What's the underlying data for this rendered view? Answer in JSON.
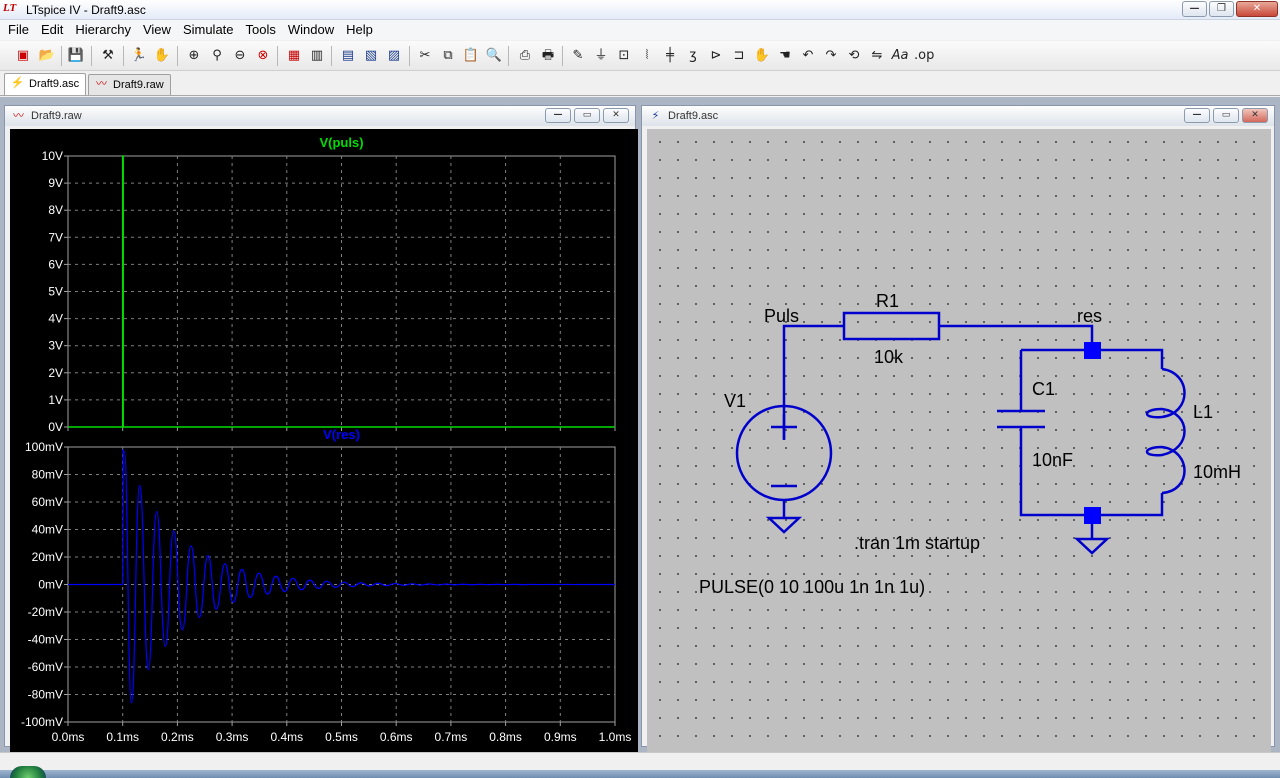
{
  "window": {
    "title": "LTspice IV - Draft9.asc"
  },
  "menu": [
    "File",
    "Edit",
    "Hierarchy",
    "View",
    "Simulate",
    "Tools",
    "Window",
    "Help"
  ],
  "tabs": [
    {
      "label": "Draft9.asc",
      "icon": "schematic-icon",
      "active": true
    },
    {
      "label": "Draft9.raw",
      "icon": "waveform-icon",
      "active": false
    }
  ],
  "waveform_window": {
    "title": "Draft9.raw"
  },
  "schematic_window": {
    "title": "Draft9.asc"
  },
  "chart_data": [
    {
      "type": "line",
      "title": "V(puls)",
      "ylabel": "",
      "xlabel": "",
      "x_ticks": [
        "0.0ms",
        "0.1ms",
        "0.2ms",
        "0.3ms",
        "0.4ms",
        "0.5ms",
        "0.6ms",
        "0.7ms",
        "0.8ms",
        "0.9ms",
        "1.0ms"
      ],
      "y_ticks": [
        "10V",
        "9V",
        "8V",
        "7V",
        "6V",
        "5V",
        "4V",
        "3V",
        "2V",
        "1V",
        "0V"
      ],
      "xlim": [
        0,
        1.0
      ],
      "ylim": [
        0,
        10
      ],
      "grid": true,
      "color": "#00dd00",
      "series": [
        {
          "name": "V(puls)",
          "x": [
            0,
            0.1,
            0.1,
            0.101,
            0.101,
            1.0
          ],
          "values": [
            0,
            0,
            10,
            10,
            0,
            0
          ]
        }
      ]
    },
    {
      "type": "line",
      "title": "V(res)",
      "ylabel": "",
      "xlabel": "",
      "x_ticks": [
        "0.0ms",
        "0.1ms",
        "0.2ms",
        "0.3ms",
        "0.4ms",
        "0.5ms",
        "0.6ms",
        "0.7ms",
        "0.8ms",
        "0.9ms",
        "1.0ms"
      ],
      "y_ticks": [
        "100mV",
        "80mV",
        "60mV",
        "40mV",
        "20mV",
        "0mV",
        "-20mV",
        "-40mV",
        "-60mV",
        "-80mV",
        "-100mV"
      ],
      "xlim": [
        0,
        1.0
      ],
      "ylim": [
        -100,
        100
      ],
      "grid": true,
      "color": "#0000ff",
      "series": [
        {
          "name": "V(res)",
          "x": [
            0,
            0.1,
            0.101,
            0.103,
            0.116,
            0.131,
            0.147,
            0.162,
            0.178,
            0.193,
            0.209,
            0.225,
            0.24,
            0.256,
            0.271,
            0.287,
            0.302,
            0.318,
            0.333,
            0.349,
            0.365,
            0.38,
            0.396,
            0.411,
            0.427,
            0.442,
            0.458,
            0.473,
            0.489,
            0.505,
            0.52,
            0.536,
            0.551,
            0.567,
            0.582,
            0.598,
            0.614,
            0.629,
            0.645,
            0.66,
            0.676,
            0.691,
            0.707,
            0.722,
            0.738,
            0.754,
            0.769,
            0.785,
            0.8,
            0.816,
            0.831,
            0.847,
            0.862,
            0.878,
            0.894,
            0.909,
            0.925,
            0.94,
            0.956,
            0.971,
            0.987,
            1.0
          ],
          "values": [
            0,
            0,
            98,
            96,
            -86,
            72,
            -62,
            53,
            -45,
            39,
            -33,
            28,
            -24,
            21,
            -18,
            15,
            -13,
            11,
            -9.5,
            8.2,
            -7.0,
            6.0,
            -5.1,
            4.4,
            -3.8,
            3.2,
            -2.8,
            2.4,
            -2.0,
            1.7,
            -1.5,
            1.3,
            -1.1,
            0.9,
            -0.8,
            0.7,
            -0.6,
            0.5,
            -0.4,
            0.35,
            -0.3,
            0.26,
            -0.22,
            0.19,
            -0.16,
            0.14,
            -0.12,
            0.1,
            -0.09,
            0.08,
            -0.07,
            0.06,
            -0.05,
            0.04,
            -0.04,
            0.03,
            -0.03,
            0.02,
            -0.02,
            0.02,
            -0.01,
            0
          ]
        }
      ]
    }
  ],
  "schematic": {
    "labels": {
      "net_puls": "Puls",
      "net_res": "res",
      "r1_name": "R1",
      "r1_value": "10k",
      "c1_name": "C1",
      "c1_value": "10nF",
      "l1_name": "L1",
      "l1_value": "10mH",
      "v1_name": "V1",
      "directive": ".tran 1m startup",
      "v1_value": "PULSE(0 10 100u 1n 1n 1u)"
    },
    "wire_color": "#0000cc",
    "accent_color": "#0000ff"
  },
  "colors": {
    "background": "#000000",
    "grid": "#808080",
    "axis_text": "#ffffff"
  }
}
